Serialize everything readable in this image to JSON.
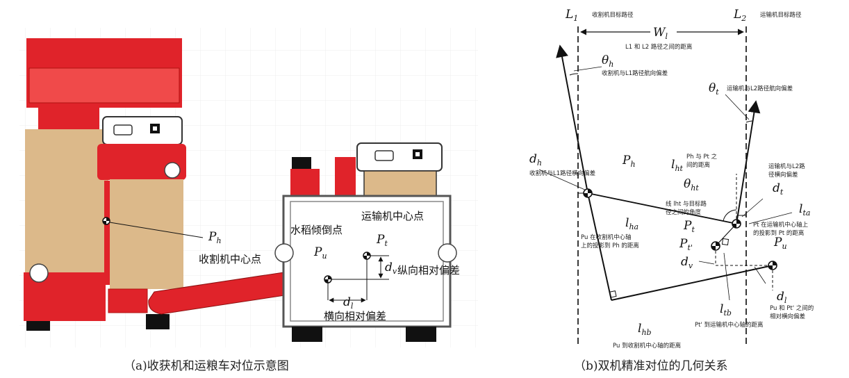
{
  "captions": {
    "a": "（a)收获机和运粮车对位示意图",
    "b": "（b)双机精准对位的几何关系"
  },
  "figure_a": {
    "ph_symbol": "P",
    "ph_sub": "h",
    "harvester_center": "收割机中心点",
    "rice_fall_point": "水稻倾倒点",
    "transporter_center": "运输机中心点",
    "pt_symbol": "P",
    "pt_sub": "t",
    "pu_symbol": "P",
    "pu_sub": "u",
    "dv_symbol": "d",
    "dv_sub": "v",
    "dl_symbol": "d",
    "dl_sub": "l",
    "longitudinal": "纵向相对偏差",
    "lateral": "横向相对偏差"
  },
  "figure_b": {
    "L1": "L",
    "L1_sub": "1",
    "L1_desc": "收割机目标路径",
    "L2": "L",
    "L2_sub": "2",
    "L2_desc": "运输机目标路径",
    "Wl": "W",
    "Wl_sub": "l",
    "Wl_desc": "L1 和 L2 路径之间的距离",
    "theta_h": "θ",
    "theta_h_sub": "h",
    "theta_h_desc": "收割机与L1路径航向偏差",
    "theta_t": "θ",
    "theta_t_sub": "t",
    "theta_t_desc": "运输机与L2路径航向偏差",
    "dh": "d",
    "dh_sub": "h",
    "dh_desc": "收割机与L1路径横向偏差",
    "Ph": "P",
    "Ph_sub": "h",
    "lht": "l",
    "lht_sub": "ht",
    "lht_desc1": "Ph 与 Pt 之",
    "lht_desc2": "间的距离",
    "dt_desc1": "运输机与L2路",
    "dt_desc2": "径横向偏差",
    "theta_ht": "θ",
    "theta_ht_sub": "ht",
    "theta_ht_desc1": "线 lht 与目标路",
    "theta_ht_desc2": "径之间的角度",
    "dt": "d",
    "dt_sub": "t",
    "lta": "l",
    "lta_sub": "ta",
    "lta_desc1": "Pt 在运输机中心轴上",
    "lta_desc2": "的投影到 Pt 的距离",
    "Pt": "P",
    "Pt_sub": "t",
    "lha": "l",
    "lha_sub": "ha",
    "lha_desc1": "Pu 在收割机中心轴",
    "lha_desc2": "上的投影到 Ph 的距离",
    "Ptp": "P",
    "Ptp_sub": "t'",
    "dv": "d",
    "dv_sub": "v",
    "Pu": "P",
    "Pu_sub": "u",
    "dl": "d",
    "dl_sub": "l",
    "dl_desc1": "Pu 和 Pt' 之间的",
    "dl_desc2": "相对横向偏差",
    "ltb": "l",
    "ltb_sub": "tb",
    "ltb_desc": "Pt' 到运输机中心轴的距离",
    "lhb": "l",
    "lhb_sub": "hb",
    "lhb_desc": "Pu 到收割机中心轴的距离"
  }
}
